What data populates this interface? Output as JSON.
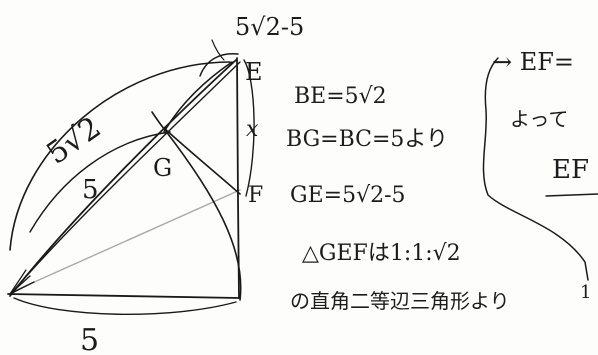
{
  "diagram": {
    "labels": {
      "top_length": "5√2-5",
      "point_e": "E",
      "point_g": "G",
      "point_f": "F",
      "side_x": "x",
      "diag_length": "5√2",
      "inner_length": "5",
      "bottom_length": "5"
    },
    "work_lines": [
      "BE=5√2",
      "BG=BC=5より",
      "GE=5√2-5",
      "△GEFは1:1:√2",
      "の直角二等辺三角形より"
    ],
    "right_panel": {
      "line1": "→ EF=",
      "line2": "よって",
      "line3": "EF"
    },
    "page_number": "1"
  }
}
